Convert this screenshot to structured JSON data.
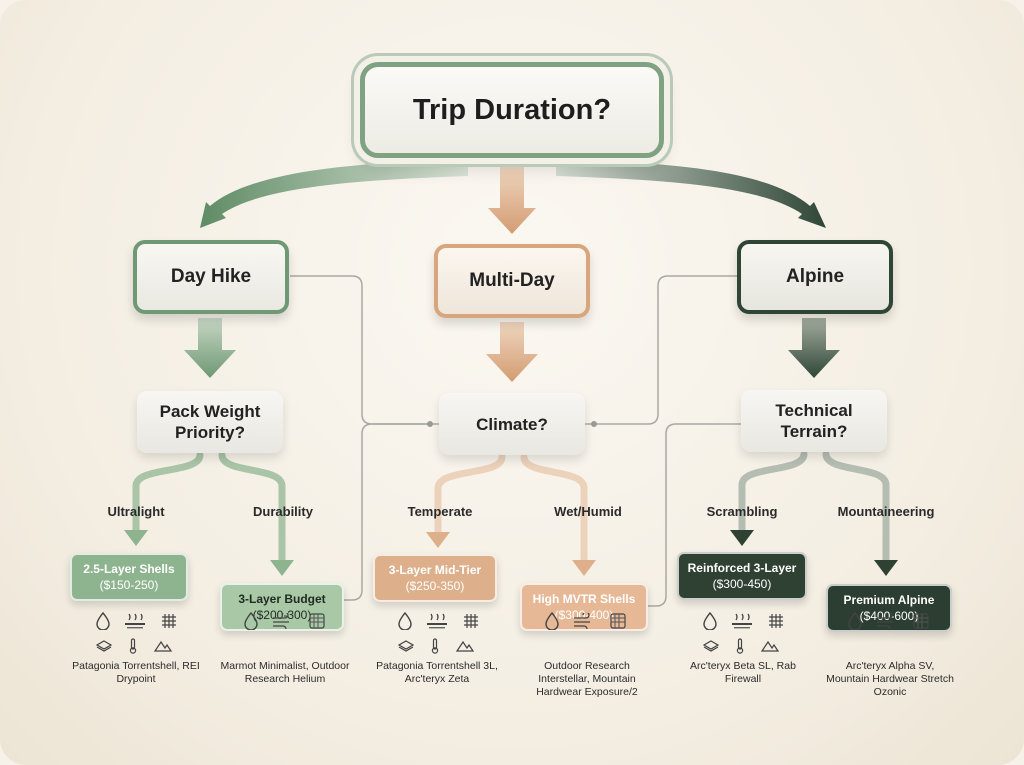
{
  "root": {
    "label": "Trip Duration?"
  },
  "columns": [
    {
      "key": "day",
      "label": "Day Hike",
      "question": "Pack Weight Priority?",
      "branches": [
        "Ultralight",
        "Durability"
      ],
      "leaves": [
        {
          "name": "2.5-Layer Shells",
          "price": "($150-250)",
          "brands": "Patagonia Torrentshell, REI Drypoint"
        },
        {
          "name": "3-Layer Budget",
          "price": "($200-300)",
          "brands": "Marmot Minimalist, Outdoor Research Helium"
        }
      ]
    },
    {
      "key": "multi",
      "label": "Multi-Day",
      "question": "Climate?",
      "branches": [
        "Temperate",
        "Wet/Humid"
      ],
      "leaves": [
        {
          "name": "3-Layer Mid-Tier",
          "price": "($250-350)",
          "brands": "Patagonia Torrentshell 3L, Arc'teryx Zeta"
        },
        {
          "name": "High MVTR Shells",
          "price": "($300-400)",
          "brands": "Outdoor Research Interstellar, Mountain Hardwear Exposure/2"
        }
      ]
    },
    {
      "key": "alpine",
      "label": "Alpine",
      "question": "Technical Terrain?",
      "branches": [
        "Scrambling",
        "Mountaineering"
      ],
      "leaves": [
        {
          "name": "Reinforced 3-Layer",
          "price": "($300-450)",
          "brands": "Arc'teryx Beta SL, Rab Firewall"
        },
        {
          "name": "Premium Alpine",
          "price": "($400-600)",
          "brands": "Arc'teryx Alpha SV, Mountain Hardwear Stretch Ozonic"
        }
      ]
    }
  ],
  "icon_legend": {
    "set_a": [
      "water-drop-icon",
      "breathability-icon",
      "fabric-grid-icon"
    ],
    "set_b": [
      "fabric-layer-icon",
      "thermometer-icon",
      "terrain-icon"
    ],
    "set_c": [
      "water-drop-icon",
      "wind-icon",
      "fabric-grid-icon"
    ]
  },
  "colors": {
    "sage": "#7fa283",
    "tan": "#d8a57d",
    "forest": "#2f4636"
  }
}
